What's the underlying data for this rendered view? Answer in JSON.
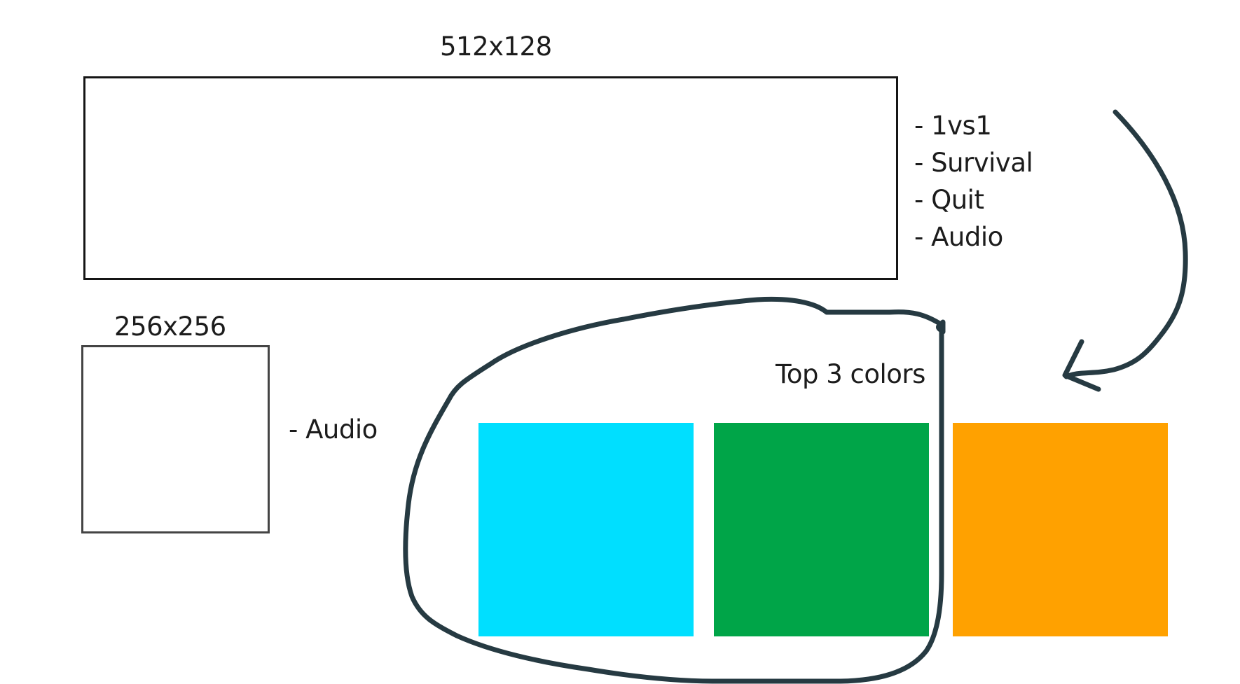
{
  "large_panel": {
    "size_label": "512x128",
    "items": [
      "- 1vs1",
      "- Survival",
      "- Quit",
      "- Audio"
    ]
  },
  "small_panel": {
    "size_label": "256x256",
    "items": [
      "- Audio"
    ]
  },
  "colors": {
    "label": "Top 3 colors",
    "swatches": [
      {
        "name": "cyan",
        "hex": "#00DFFF"
      },
      {
        "name": "green",
        "hex": "#00A548"
      },
      {
        "name": "orange",
        "hex": "#FFA100"
      }
    ]
  },
  "annotations": {
    "stroke_color": "#263a42",
    "lasso": "circled-first-two-swatches",
    "arrow": "curved-arrow-to-orange-swatch"
  }
}
